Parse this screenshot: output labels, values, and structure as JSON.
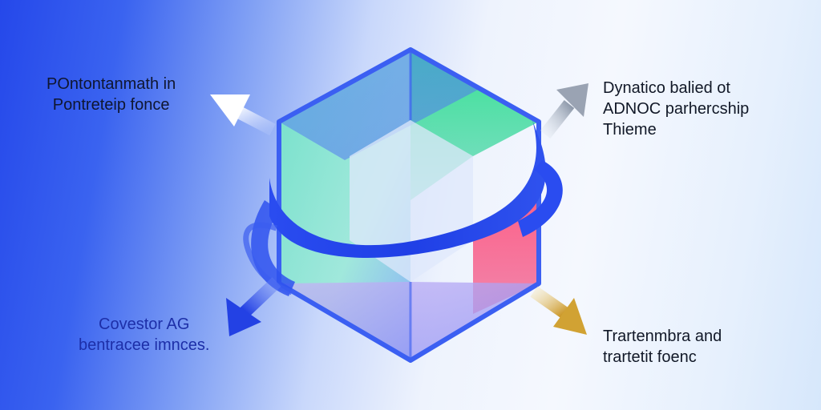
{
  "labels": {
    "top_left": [
      "POntontanmath in",
      "Pontreteip fonce"
    ],
    "top_right": [
      "Dynatico balied ot",
      "ADNOC parhercship",
      "Thieme"
    ],
    "bottom_left": [
      "Covestor AG",
      "bentracee imnces."
    ],
    "bottom_right": [
      "Trartenmbra and",
      "trartetit foenc"
    ]
  },
  "colors": {
    "cube_outline": "#3b5ff2",
    "face_green": "#2fe08f",
    "face_red": "#ff4f7a",
    "ribbon": "#1f3fe6",
    "arrow_top_left": "#f4f7ff",
    "arrow_top_right": "#9aa6b6",
    "arrow_bottom_left": "#2341e4",
    "arrow_bottom_right": "#d1a233"
  },
  "icons": [
    "arrow-up-left-icon",
    "arrow-up-right-icon",
    "arrow-down-left-icon",
    "arrow-down-right-icon"
  ]
}
